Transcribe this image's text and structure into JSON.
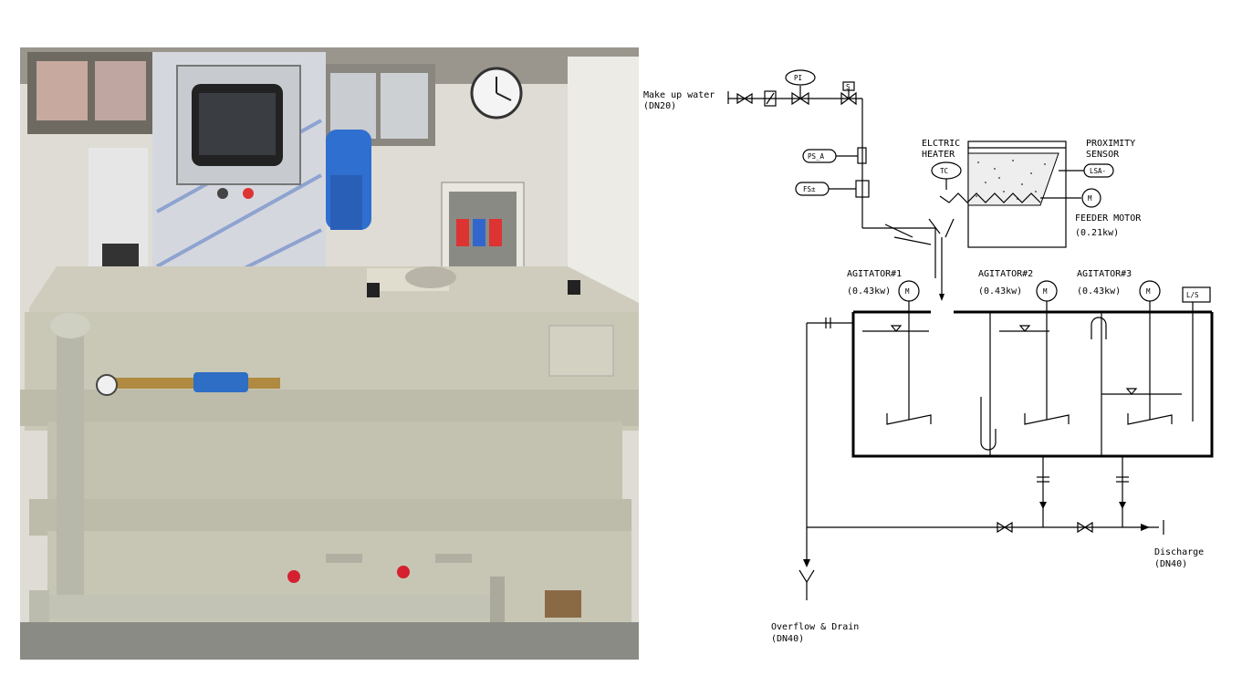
{
  "diagram": {
    "labels": {
      "makeup_water": "Make up water",
      "makeup_water_size": "(DN20)",
      "pi": "PI",
      "s": "S",
      "ps_a": "PS_A",
      "fs": "FS±",
      "electric_heater_1": "ELCTRIC",
      "electric_heater_2": "HEATER",
      "tc": "TC",
      "proximity_1": "PROXIMITY",
      "proximity_2": "SENSOR",
      "lsa": "LSA-",
      "feeder_motor": "FEEDER MOTOR",
      "feeder_power": "(0.21kw)",
      "agitator1": "AGITATOR#1",
      "agitator1_power": "(0.43kw)",
      "agitator2": "AGITATOR#2",
      "agitator2_power": "(0.43kw)",
      "agitator3": "AGITATOR#3",
      "agitator3_power": "(0.43kw)",
      "ls": "L/S",
      "motor": "M",
      "discharge": "Discharge",
      "discharge_size": "(DN40)",
      "overflow": "Overflow & Drain",
      "overflow_size": "(DN40)"
    }
  },
  "colors": {
    "tank": "#c9c8b6",
    "panel": "#d9dce0",
    "motor": "#2f6fd0",
    "valve_red": "#d42030",
    "wall": "#e8e6e0"
  }
}
